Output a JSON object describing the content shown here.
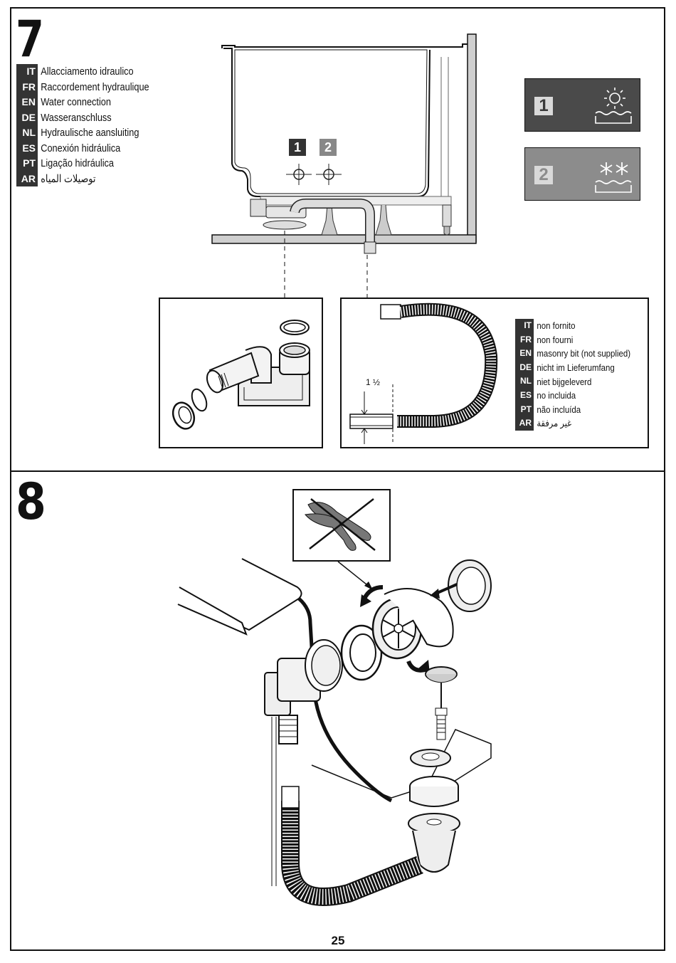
{
  "step7": {
    "number": "7",
    "languages": [
      {
        "code": "IT",
        "text": "Allacciamento idraulico"
      },
      {
        "code": "FR",
        "text": "Raccordement hydraulique"
      },
      {
        "code": "EN",
        "text": "Water connection"
      },
      {
        "code": "DE",
        "text": "Wasseranschluss"
      },
      {
        "code": "NL",
        "text": "Hydraulische aansluiting"
      },
      {
        "code": "ES",
        "text": "Conexión hidráulica"
      },
      {
        "code": "PT",
        "text": "Ligação hidráulica"
      },
      {
        "code": "AR",
        "text": "توصيلات المياه"
      }
    ],
    "tap_labels": [
      "1",
      "2"
    ],
    "modes": [
      {
        "number": "1",
        "icon": "sun-water-icon",
        "color": "#4a4a4a"
      },
      {
        "number": "2",
        "icon": "snowflake-water-icon",
        "color": "#8c8c8c"
      }
    ],
    "hose_dimension": "1 ½",
    "not_supplied": [
      {
        "code": "IT",
        "text": "non fornito"
      },
      {
        "code": "FR",
        "text": "non fourni"
      },
      {
        "code": "EN",
        "text": "masonry bit (not supplied)"
      },
      {
        "code": "DE",
        "text": "nicht im Lieferumfang"
      },
      {
        "code": "NL",
        "text": "niet bijgeleverd"
      },
      {
        "code": "ES",
        "text": "no incluida"
      },
      {
        "code": "PT",
        "text": "não incluída"
      },
      {
        "code": "AR",
        "text": "غير مرفقة"
      }
    ]
  },
  "step8": {
    "number": "8",
    "no_pliers_icon": "no-pliers-icon"
  },
  "page_number": "25"
}
